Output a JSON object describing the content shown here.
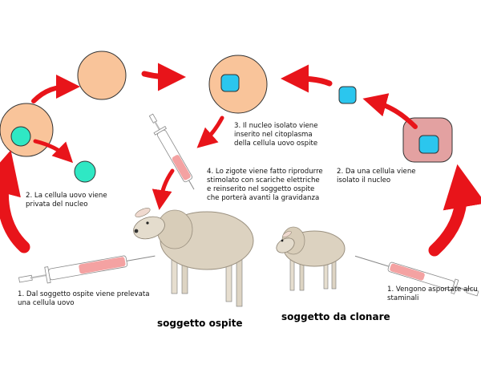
{
  "captions": {
    "host": "soggetto ospite",
    "clone": "soggetto da clonare"
  },
  "steps": {
    "host_1": [
      "1. Dal soggetto ospite viene prelevata",
      "una cellula uovo"
    ],
    "host_2": [
      "2. La cellula uovo viene",
      "privata del nucleo"
    ],
    "host_3": [
      "3. Il nucleo isolato viene",
      "inserito nel citoplasma",
      "della cellula uovo ospite"
    ],
    "host_4": [
      "4. Lo zigote viene fatto riprodurre",
      "stimolato con scariche elettriche",
      "e reinserito nel soggetto ospite",
      "che porterà avanti la gravidanza"
    ],
    "clone_1": [
      "1. Vengono asportate alcu",
      "staminali"
    ],
    "clone_2": [
      "2. Da una cellula viene",
      "isolato il nucleo"
    ]
  },
  "colors": {
    "arrow": "#e8141a",
    "egg_cell": "#f9c49a",
    "nucleus_host": "#2fe8c4",
    "nucleus_clone": "#2bc6ee",
    "donor_cell": "#e3a1a1",
    "syringe_fill": "#f4a2a2",
    "wool": "#dcd2c0"
  }
}
